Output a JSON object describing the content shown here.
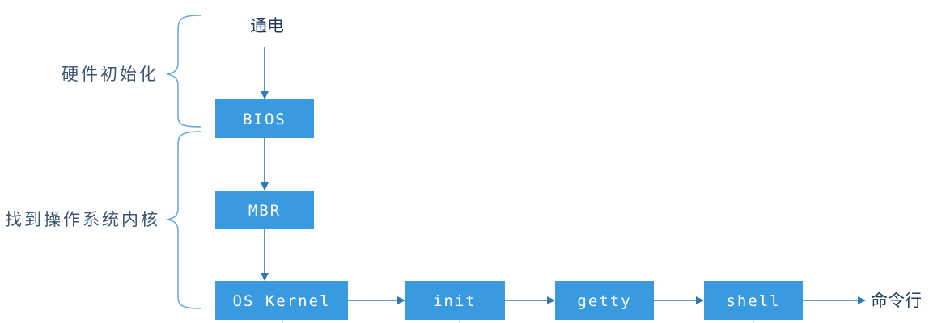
{
  "colors": {
    "node_fill": "#3a9ae0",
    "connector": "#2f79b8",
    "bracket": "#6aa8de"
  },
  "start_label": "通电",
  "end_label": "命令行",
  "groups": {
    "hardware_init": "硬件初始化",
    "find_kernel": "找到操作系统内核"
  },
  "nodes": {
    "bios": "BIOS",
    "mbr": "MBR",
    "kernel": "OS Kernel",
    "init": "init",
    "getty": "getty",
    "shell": "shell"
  }
}
